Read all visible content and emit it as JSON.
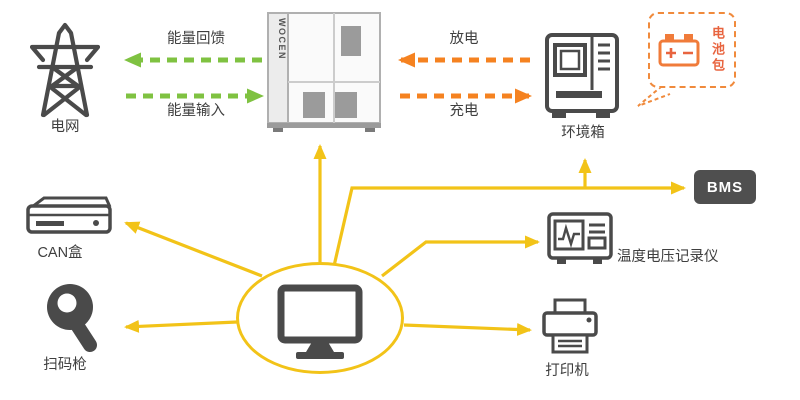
{
  "nodes": {
    "grid": {
      "label": "电网"
    },
    "cabinet": {
      "brand": "WOCEN"
    },
    "chamber": {
      "label": "环境箱"
    },
    "battery_pack": {
      "label": "电池包"
    },
    "bms": {
      "label": "BMS"
    },
    "recorder": {
      "label": "温度电压记录仪"
    },
    "printer": {
      "label": "打印机"
    },
    "can_box": {
      "label": "CAN盒"
    },
    "scanner": {
      "label": "扫码枪"
    }
  },
  "flows": {
    "energy_feedback": {
      "label": "能量回馈",
      "direction": "left",
      "style": "dashed",
      "color": "#7fc241"
    },
    "energy_input": {
      "label": "能量输入",
      "direction": "right",
      "style": "dashed",
      "color": "#7fc241"
    },
    "discharge": {
      "label": "放电",
      "direction": "left",
      "style": "dashed",
      "color": "#f58220"
    },
    "charge": {
      "label": "充电",
      "direction": "right",
      "style": "dashed",
      "color": "#f58220"
    }
  },
  "connections": {
    "hub": "computer",
    "targets": [
      "cabinet",
      "chamber",
      "bms",
      "recorder",
      "printer",
      "can_box",
      "scanner"
    ],
    "color": "#f2c318",
    "style": "solid"
  },
  "colors": {
    "accent_yellow": "#f2c318",
    "flow_green": "#7fc241",
    "flow_orange": "#f58220",
    "icon_dark": "#4a4a4a",
    "battery_red": "#e8643f",
    "callout_border": "#f08a3c"
  }
}
